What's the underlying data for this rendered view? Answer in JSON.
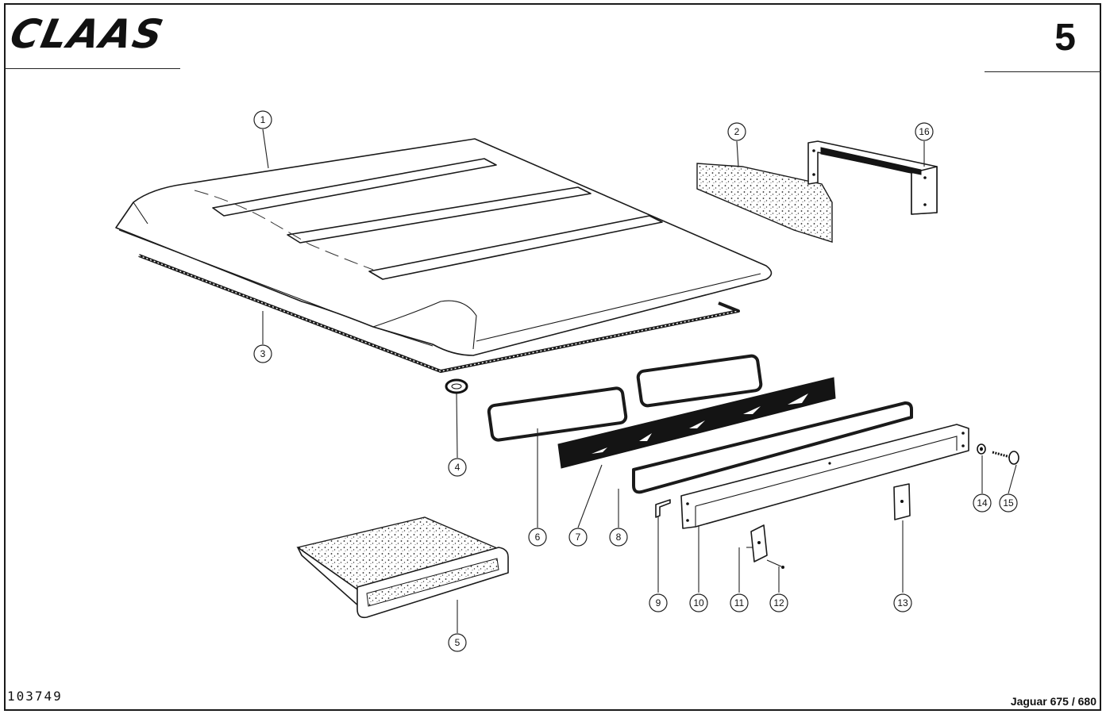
{
  "header": {
    "brand": "CLAAS",
    "page_number": "5"
  },
  "footer": {
    "document_number": "103749",
    "model": "Jaguar 675 / 680"
  },
  "callouts": [
    "1",
    "2",
    "3",
    "4",
    "5",
    "6",
    "7",
    "8",
    "9",
    "10",
    "11",
    "12",
    "13",
    "14",
    "15",
    "16"
  ]
}
